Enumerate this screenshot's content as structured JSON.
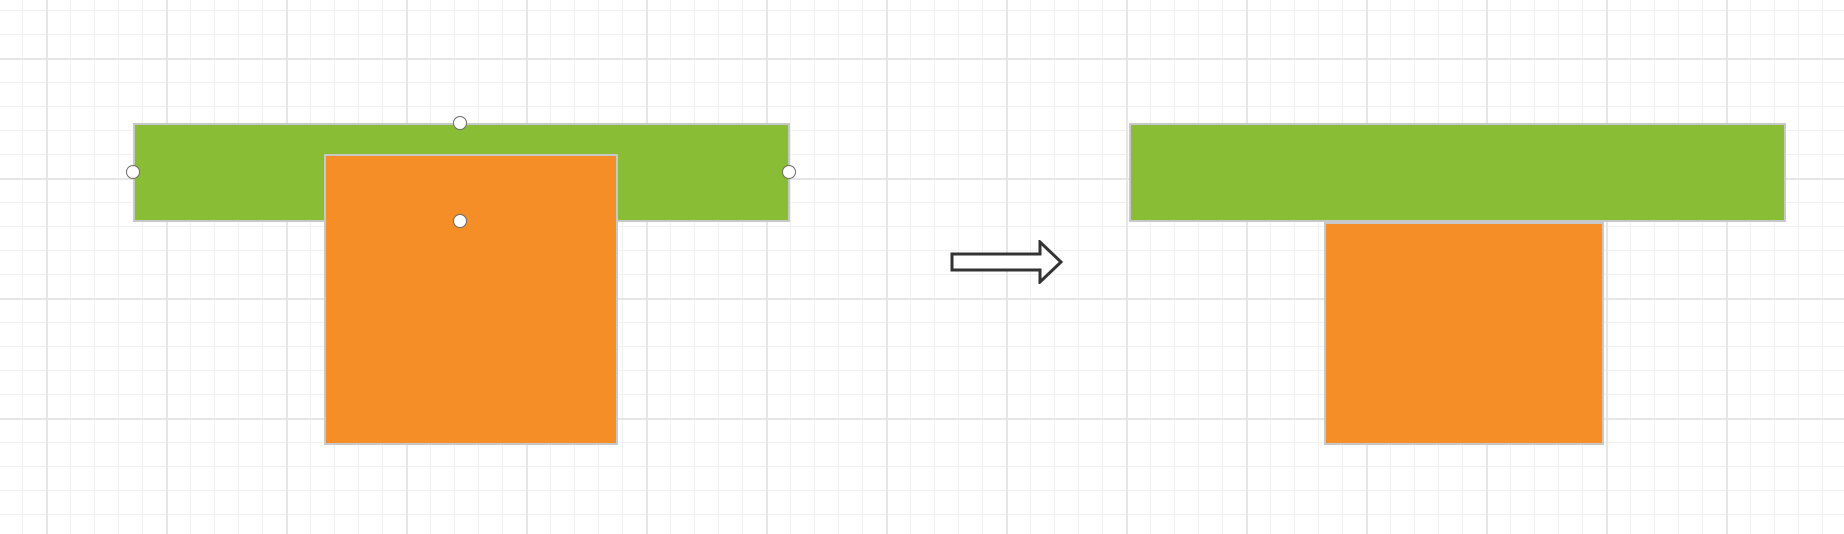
{
  "colors": {
    "bar_fill": "#8abd36",
    "box_fill": "#f68e27",
    "shape_border": "#c8c8c8",
    "handle_border": "#6b6b6b",
    "arrow_stroke": "#333333",
    "grid_major": "#e6e6e6",
    "grid_minor": "#f1f1f1"
  },
  "before": {
    "state": "selected-overlapping",
    "handles": [
      "top",
      "left",
      "right",
      "center"
    ]
  },
  "after": {
    "state": "stacked-below"
  },
  "transition_icon": "right-arrow-icon"
}
